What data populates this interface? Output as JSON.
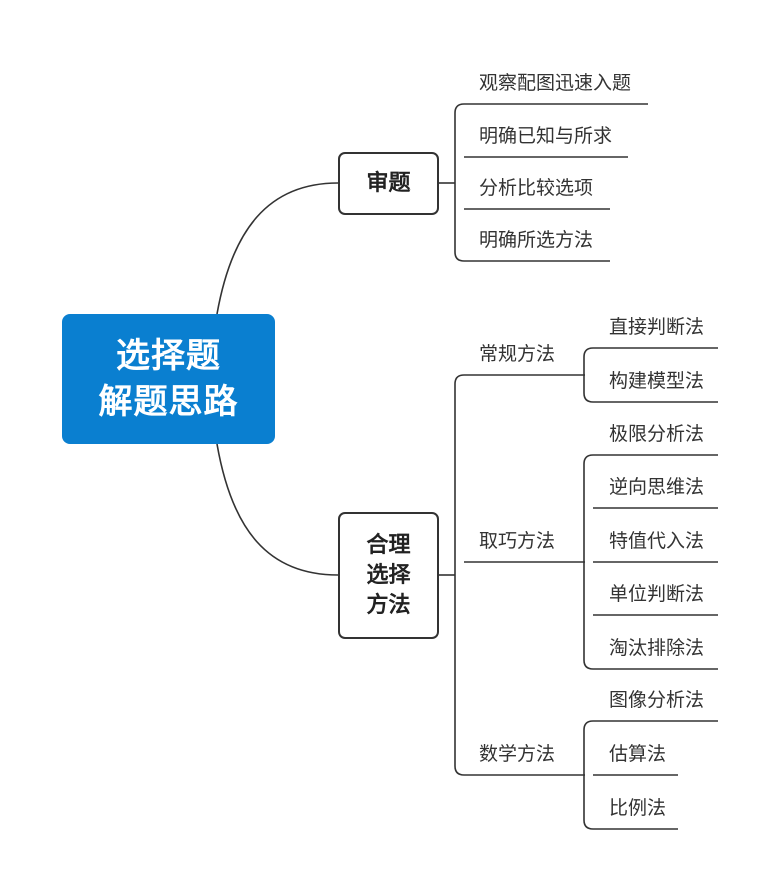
{
  "root": {
    "line1": "选择题",
    "line2": "解题思路"
  },
  "branches": [
    {
      "line1": "审题",
      "items": [
        "观察配图迅速入题",
        "明确已知与所求",
        "分析比较选项",
        "明确所选方法"
      ]
    },
    {
      "line1": "合理",
      "line2": "选择",
      "line3": "方法",
      "groups": [
        {
          "label": "常规方法",
          "items": [
            "直接判断法",
            "构建模型法"
          ]
        },
        {
          "label": "取巧方法",
          "items": [
            "极限分析法",
            "逆向思维法",
            "特值代入法",
            "单位判断法",
            "淘汰排除法"
          ]
        },
        {
          "label": "数学方法",
          "items": [
            "图像分析法",
            "估算法",
            "比例法"
          ]
        }
      ]
    }
  ],
  "colors": {
    "root_bg": "#0a7fd0",
    "line": "#333333",
    "text": "#333333"
  }
}
